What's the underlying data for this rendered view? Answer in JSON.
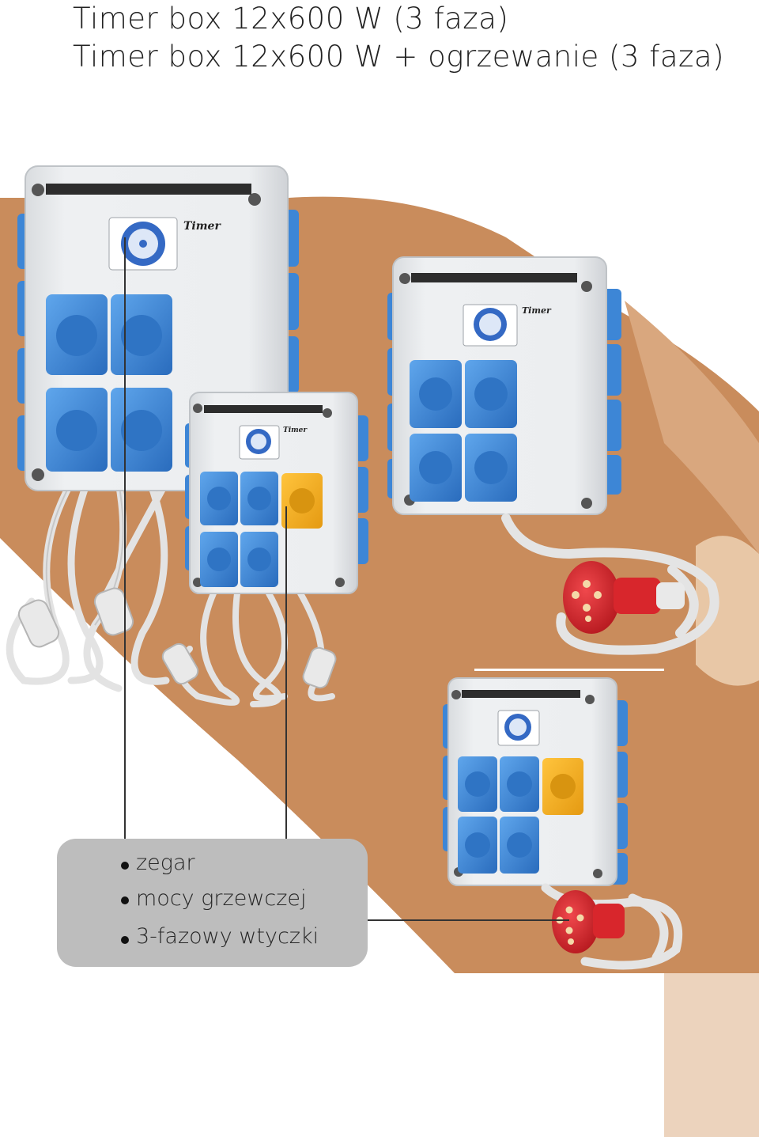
{
  "titles": {
    "line1": "Timer box 12x600 W (3 faza)",
    "line2": "Timer box 12x600 W + ogrzewanie (3 faza)"
  },
  "products": [
    {
      "name": "timer-box-8-sockets-schuko-plugs"
    },
    {
      "name": "timer-box-8-sockets-3-phase-plug"
    },
    {
      "name": "timer-box-heating-schuko-plugs"
    },
    {
      "name": "timer-box-heating-3-phase-plug"
    }
  ],
  "legend": {
    "items": [
      {
        "label": "zegar"
      },
      {
        "label": "mocy grzewczej"
      },
      {
        "label": "3-fazowy wtyczki"
      }
    ]
  },
  "colors": {
    "band": "#c98c5c",
    "band_light": "#ecd3bd",
    "box": "#e6e8eb",
    "socket": "#3d86d6",
    "heating_socket": "#f2b124",
    "plug_red": "#d8262c",
    "legend_bg": "#bdbdbd",
    "callout_line": "#333333"
  },
  "box_labels": {
    "brand": "Timer"
  }
}
